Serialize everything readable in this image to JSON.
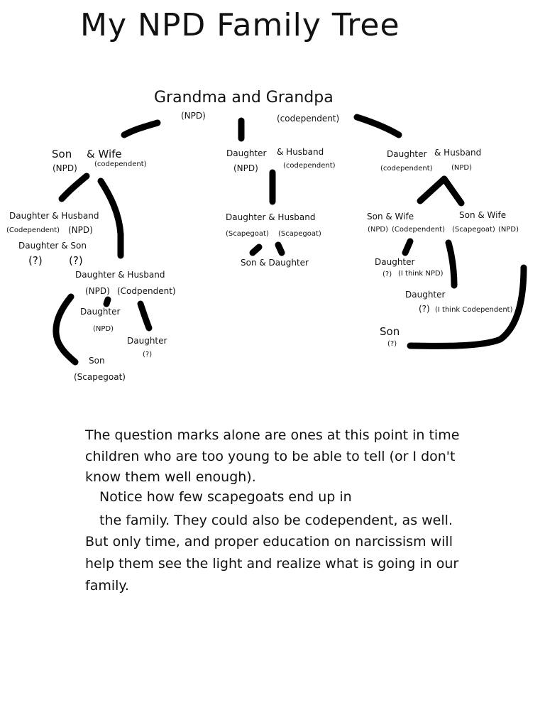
{
  "title": "My NPD Family Tree",
  "root": {
    "name": "Grandma and Grandpa",
    "left_label": "(NPD)",
    "right_label": "(codependent)"
  },
  "branch1": {
    "son": "Son",
    "wife": "& Wife",
    "son_label": "(NPD)",
    "wife_label": "(codependent)",
    "c1": {
      "name": "Daughter & Husband",
      "label_a": "(Codependent)",
      "label_b": "(NPD)"
    },
    "c2": {
      "name": "Daughter & Son",
      "label_a": "(?)",
      "label_b": "(?)"
    },
    "c3": {
      "name": "Daughter & Husband",
      "label_a": "(NPD)",
      "label_b": "(Codpendent)"
    },
    "g1": {
      "name": "Daughter",
      "label": "(NPD)"
    },
    "g2": {
      "name": "Daughter",
      "label": "(?)"
    },
    "g3": {
      "name": "Son",
      "label": "(Scapegoat)"
    }
  },
  "branch2": {
    "daughter": "Daughter",
    "husband": "& Husband",
    "daughter_label": "(NPD)",
    "husband_label": "(codependent)",
    "c1": {
      "name": "Daughter & Husband",
      "label_a": "(Scapegoat)",
      "label_b": "(Scapegoat)"
    },
    "g1": {
      "name": "Son & Daughter"
    }
  },
  "branch3": {
    "daughter": "Daughter",
    "husband": "& Husband",
    "daughter_label": "(codependent)",
    "husband_label": "(NPD)",
    "c1": {
      "name": "Son & Wife",
      "label_a": "(NPD)",
      "label_b": "(Codependent)"
    },
    "c2": {
      "name": "Son & Wife",
      "label_a": "(Scapegoat)",
      "label_b": "(NPD)"
    },
    "g1": {
      "name": "Daughter",
      "label_a": "(?)",
      "label_b": "(I think NPD)"
    },
    "g2": {
      "name": "Daughter",
      "label_a": "(?)",
      "label_b": "(I think Codependent)"
    },
    "g3": {
      "name": "Son",
      "label": "(?)"
    }
  },
  "notes": [
    "The question marks alone are ones at this point in time",
    "children who are too young to be able to tell (or I don't",
    "know them well enough).",
    "Notice how few scapegoats end up in",
    "the family. They could also be codependent, as well.",
    "But only time, and proper education on narcissism will",
    "help them see the light and realize what is going in our",
    "family."
  ],
  "line_color": "#000000"
}
